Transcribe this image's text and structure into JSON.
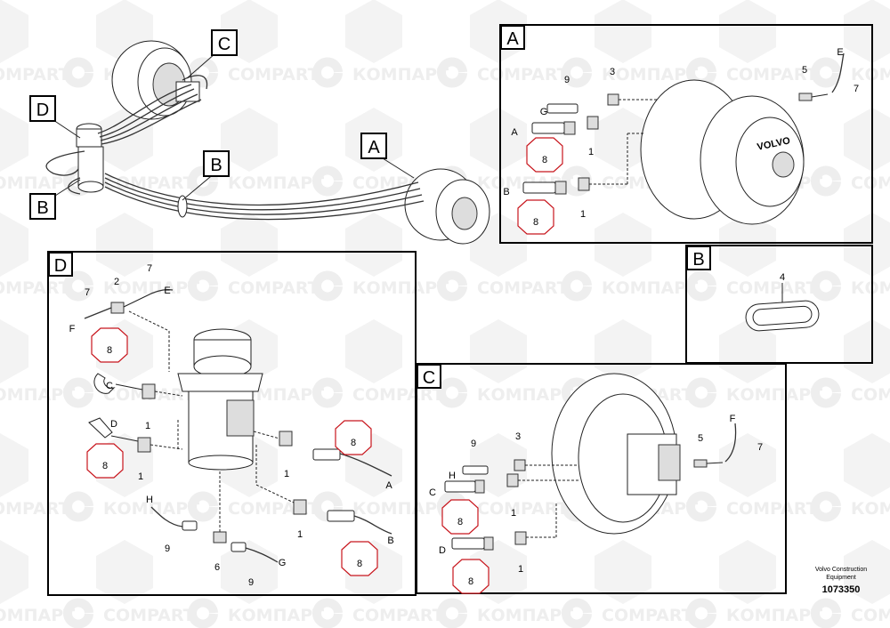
{
  "watermark": {
    "latin": "COMPART",
    "cyrillic": "КОМПАРТ"
  },
  "callouts": {
    "a": "A",
    "b": "B",
    "c": "C",
    "d": "D"
  },
  "panels": {
    "a": {
      "title": "A",
      "labels": {
        "p9": "9",
        "p3": "3",
        "p5": "5",
        "p7": "7",
        "e": "E",
        "g": "G",
        "a": "A",
        "b": "B",
        "p1a": "1",
        "p1b": "1",
        "h8a": "8",
        "h8b": "8"
      }
    },
    "b": {
      "title": "B",
      "labels": {
        "p4": "4"
      }
    },
    "c": {
      "title": "C",
      "labels": {
        "p9": "9",
        "p3": "3",
        "p5": "5",
        "f": "F",
        "p7": "7",
        "h": "H",
        "c": "C",
        "p1a": "1",
        "h8a": "8",
        "d": "D",
        "p1b": "1",
        "h8b": "8"
      }
    },
    "d": {
      "title": "D",
      "labels": {
        "p7a": "7",
        "p2": "2",
        "p7b": "7",
        "e": "E",
        "f": "F",
        "h8a": "8",
        "c": "C",
        "p1a": "1",
        "d": "D",
        "h8b": "8",
        "p1b": "1",
        "h8c": "8",
        "p1c": "1",
        "a": "A",
        "h": "H",
        "p1d": "1",
        "b": "B",
        "p9a": "9",
        "p6": "6",
        "g": "G",
        "p9b": "9",
        "h8d": "8"
      }
    }
  },
  "brand": {
    "logo": "VOLVO"
  },
  "footer": {
    "credit_line1": "Volvo Construction",
    "credit_line2": "Equipment",
    "drawing_number": "1073350"
  }
}
